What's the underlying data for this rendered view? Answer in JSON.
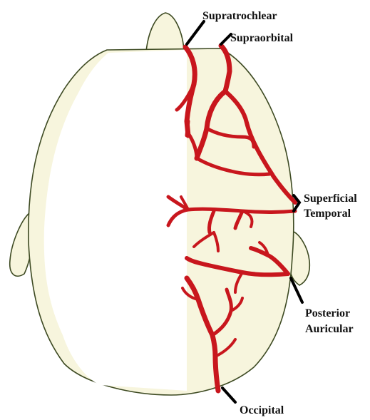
{
  "labels": {
    "supratrochlear": "Supratrochlear",
    "supraorbital": "Supraorbital",
    "superficial_temporal_line1": "Superficial",
    "superficial_temporal_line2": "Temporal",
    "posterior_auricular_line1": "Posterior",
    "posterior_auricular_line2": "Auricular",
    "occipital": "Occipital"
  },
  "colors": {
    "artery": "#c8161d",
    "outline": "#3d4a22",
    "skull_fill": "#f7f5dd",
    "skull_highlight": "#ffffff",
    "leader": "#000000",
    "text": "#111111"
  }
}
